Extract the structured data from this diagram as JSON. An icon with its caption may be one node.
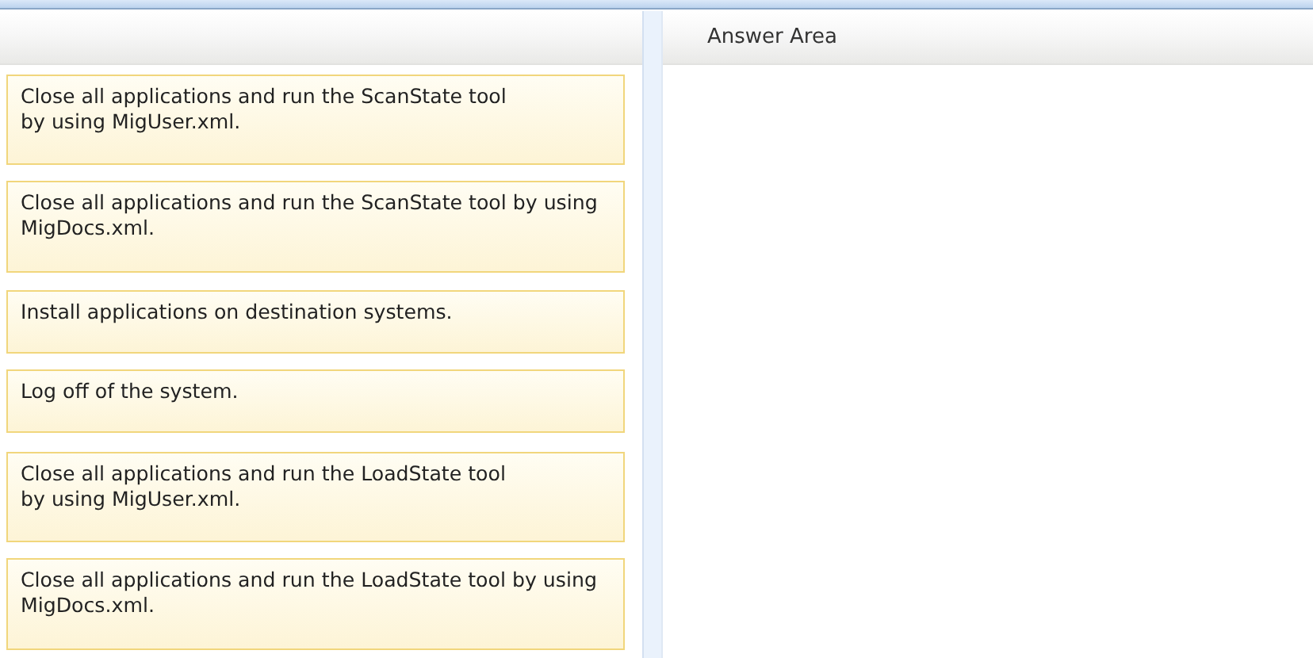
{
  "diagram": {
    "nodes": [
      {
        "text": [],
        "shape": "bar"
      },
      {
        "text": [
          "Answer Area"
        ]
      },
      {
        "text": [
          "Close all applications and run the ScanState tool by using MigUser.xml."
        ]
      },
      {
        "text": [
          "Close all applications and run the ScanState tool by using MigDocs.xml."
        ]
      },
      {
        "text": [
          "Install applications on destination systems."
        ]
      },
      {
        "text": [
          "Log off of the system."
        ]
      },
      {
        "text": [
          "Close all applications and run the LoadState tool by using MigUser.xml."
        ]
      },
      {
        "text": [
          "Close all applications and run the LoadState tool by using MigDocs.xml."
        ]
      }
    ]
  }
}
